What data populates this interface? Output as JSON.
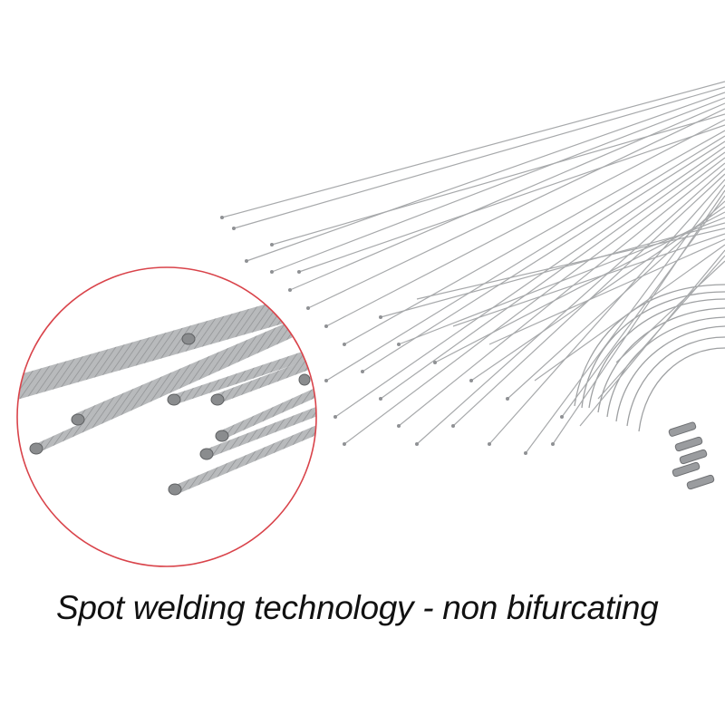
{
  "caption": "Spot welding technology - non bifurcating",
  "colors": {
    "background": "#ffffff",
    "wire": "#b4b6b8",
    "wire_dark": "#8a8c8e",
    "highlight_circle": "#d9434a",
    "caption_text": "#111111"
  },
  "image": {
    "subject": "bundle of stainless steel brake/shift inner cables with soldered ends",
    "detail_callout": "magnified view of cable tips inside red circle"
  }
}
